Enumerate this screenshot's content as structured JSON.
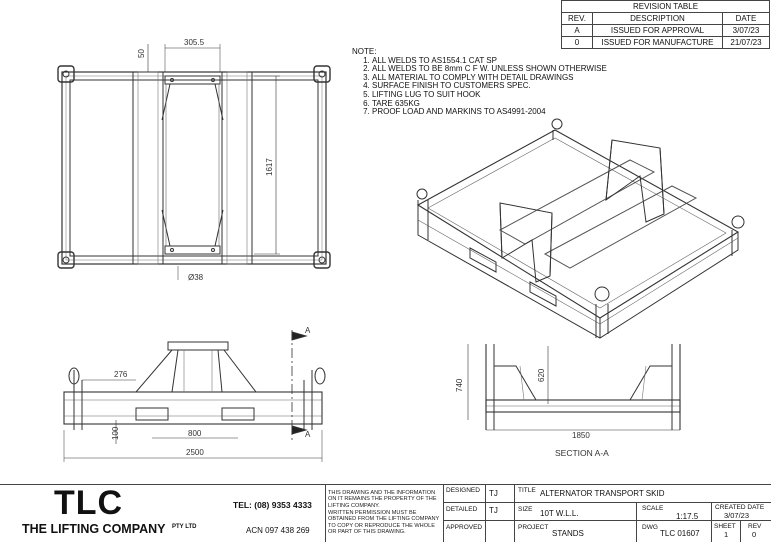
{
  "revision_table": {
    "title": "REVISION TABLE",
    "headers": [
      "REV.",
      "DESCRIPTION",
      "DATE"
    ],
    "rows": [
      {
        "rev": "A",
        "description": "ISSUED FOR APPROVAL",
        "date": "3/07/23"
      },
      {
        "rev": "0",
        "description": "ISSUED FOR MANUFACTURE",
        "date": "21/07/23"
      }
    ]
  },
  "notes": {
    "title": "NOTE:",
    "items": [
      "ALL WELDS TO AS1554.1 CAT SP",
      "ALL WELDS TO BE 8mm C F W. UNLESS SHOWN OTHERWISE",
      "ALL MATERIAL TO COMPLY WITH DETAIL DRAWINGS",
      "SURFACE FINISH TO CUSTOMERS SPEC.",
      "LIFTING LUG TO SUIT HOOK",
      "TARE 635KG",
      "PROOF LOAD AND MARKINS TO AS4991-2004"
    ]
  },
  "dimensions": {
    "plan_top_width": "305.5",
    "plan_top_offset": "50",
    "plan_height": "1617",
    "plan_pin_dia": "Ø38",
    "elev_offset": "276",
    "elev_height": "100",
    "elev_slot": "800",
    "elev_length": "2500",
    "section_height": "740",
    "section_inner_height": "620",
    "section_width": "1850"
  },
  "section_marks": {
    "top": "A",
    "bottom": "A"
  },
  "section_label": "SECTION A-A",
  "title_block": {
    "logo": "TLC",
    "company": "THE LIFTING COMPANY",
    "pty": "PTY LTD",
    "tel": "TEL: (08) 9353 4333",
    "acn": "ACN 097 438 269",
    "disclaimer_1": "THIS DRAWING AND THE INFORMATION ON IT REMAINS THE PROPERTY OF THE LIFTING COMPANY.",
    "disclaimer_2": "WRITTEN PERMISSION MUST BE OBTAINED FROM THE LIFTING COMPANY TO COPY OR REPRODUCE THE WHOLE OR PART OF THIS DRAWING.",
    "designed_label": "DESIGNED",
    "designed_value": "TJ",
    "detailed_label": "DETAILED",
    "detailed_value": "TJ",
    "approved_label": "APPROVED",
    "title_label": "TITLE",
    "title_value": "ALTERNATOR TRANSPORT SKID",
    "size_label": "SIZE",
    "size_value": "10T W.L.L.",
    "scale_label": "SCALE",
    "scale_value": "1:17.5",
    "created_label": "CREATED DATE",
    "created_value": "3/07/23",
    "project_label": "PROJECT",
    "project_value": "STANDS",
    "dwg_label": "DWG",
    "dwg_value": "TLC 01607",
    "sheet_label": "SHEET",
    "sheet_value": "1",
    "rev_label": "REV",
    "rev_value": "0"
  }
}
